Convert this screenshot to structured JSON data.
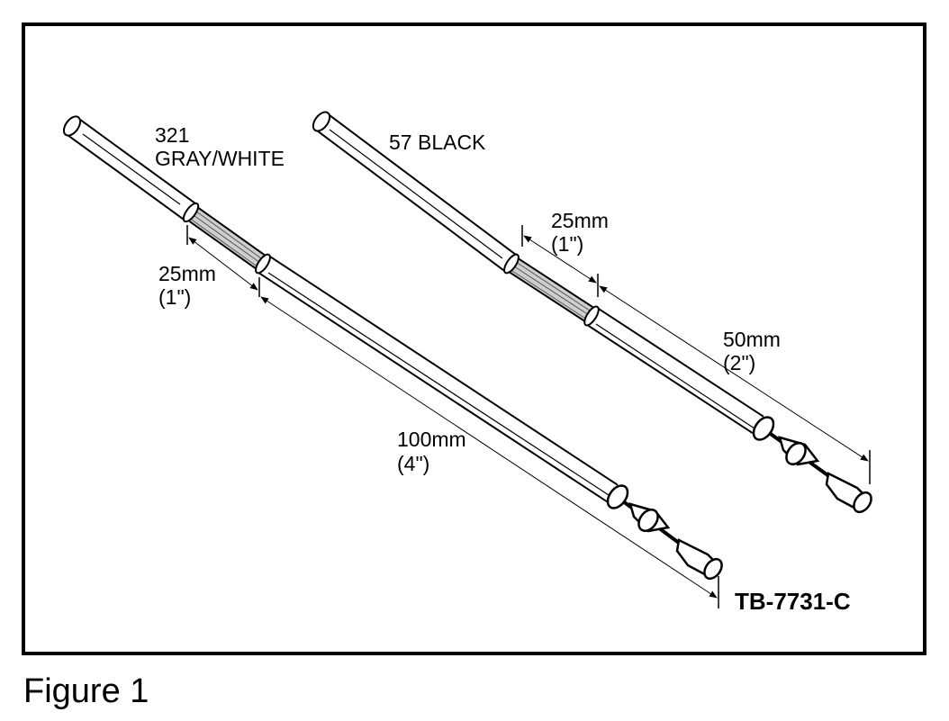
{
  "wires": [
    {
      "name_line1": "321",
      "name_line2": "GRAY/WHITE",
      "strip_metric": "25mm",
      "strip_imperial": "(1\")",
      "length_metric": "100mm",
      "length_imperial": "(4\")"
    },
    {
      "name_line1": "57 BLACK",
      "strip_metric": "25mm",
      "strip_imperial": "(1\")",
      "length_metric": "50mm",
      "length_imperial": "(2\")"
    }
  ],
  "drawing_code": "TB-7731-C",
  "caption": "Figure 1"
}
